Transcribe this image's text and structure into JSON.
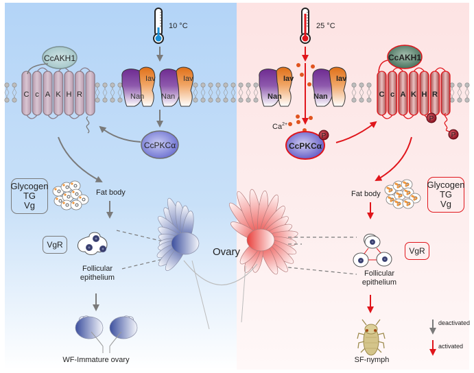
{
  "left_panel": {
    "condition": "WF",
    "temperature": "10 °C",
    "ligand": "CcAKH1",
    "receptor_letters": [
      "C",
      "c",
      "A",
      "K",
      "H",
      "R"
    ],
    "channel_labels": {
      "iav": "Iav",
      "nan": "Nan"
    },
    "kinase": "CcPKCα",
    "fat_body": "Fat body",
    "metabolites": [
      "Glycogen",
      "TG",
      "Vg"
    ],
    "receptor_box": "VgR",
    "follicular": [
      "Follicular",
      "epithelium"
    ],
    "outcome": "WF-Immature ovary",
    "colors": {
      "background": "#b3d4f7",
      "arrow": "#7a7a7a",
      "thermo": "#1a8fd6"
    }
  },
  "right_panel": {
    "condition": "SF",
    "temperature": "25 °C",
    "ligand": "CcAKH1",
    "receptor_letters": [
      "C",
      "c",
      "A",
      "K",
      "H",
      "R"
    ],
    "channel_labels": {
      "iav": "Iav",
      "nan": "Nan"
    },
    "ion": "Ca",
    "ion_charge": "2+",
    "kinase": "CcPKCα",
    "phospho": "P",
    "fat_body": "Fat body",
    "metabolites": [
      "Glycogen",
      "TG",
      "Vg"
    ],
    "receptor_box": "VgR",
    "follicular": [
      "Follicular",
      "epithelium"
    ],
    "outcome": "SF-nymph",
    "colors": {
      "background": "#fde6e6",
      "arrow": "#e0151b",
      "thermo": "#e0151b"
    }
  },
  "center": {
    "ovary_label": "Ovary"
  },
  "legend": {
    "items": [
      {
        "label": "deactivated",
        "color": "#7a7a7a"
      },
      {
        "label": "activated",
        "color": "#e0151b"
      }
    ]
  }
}
